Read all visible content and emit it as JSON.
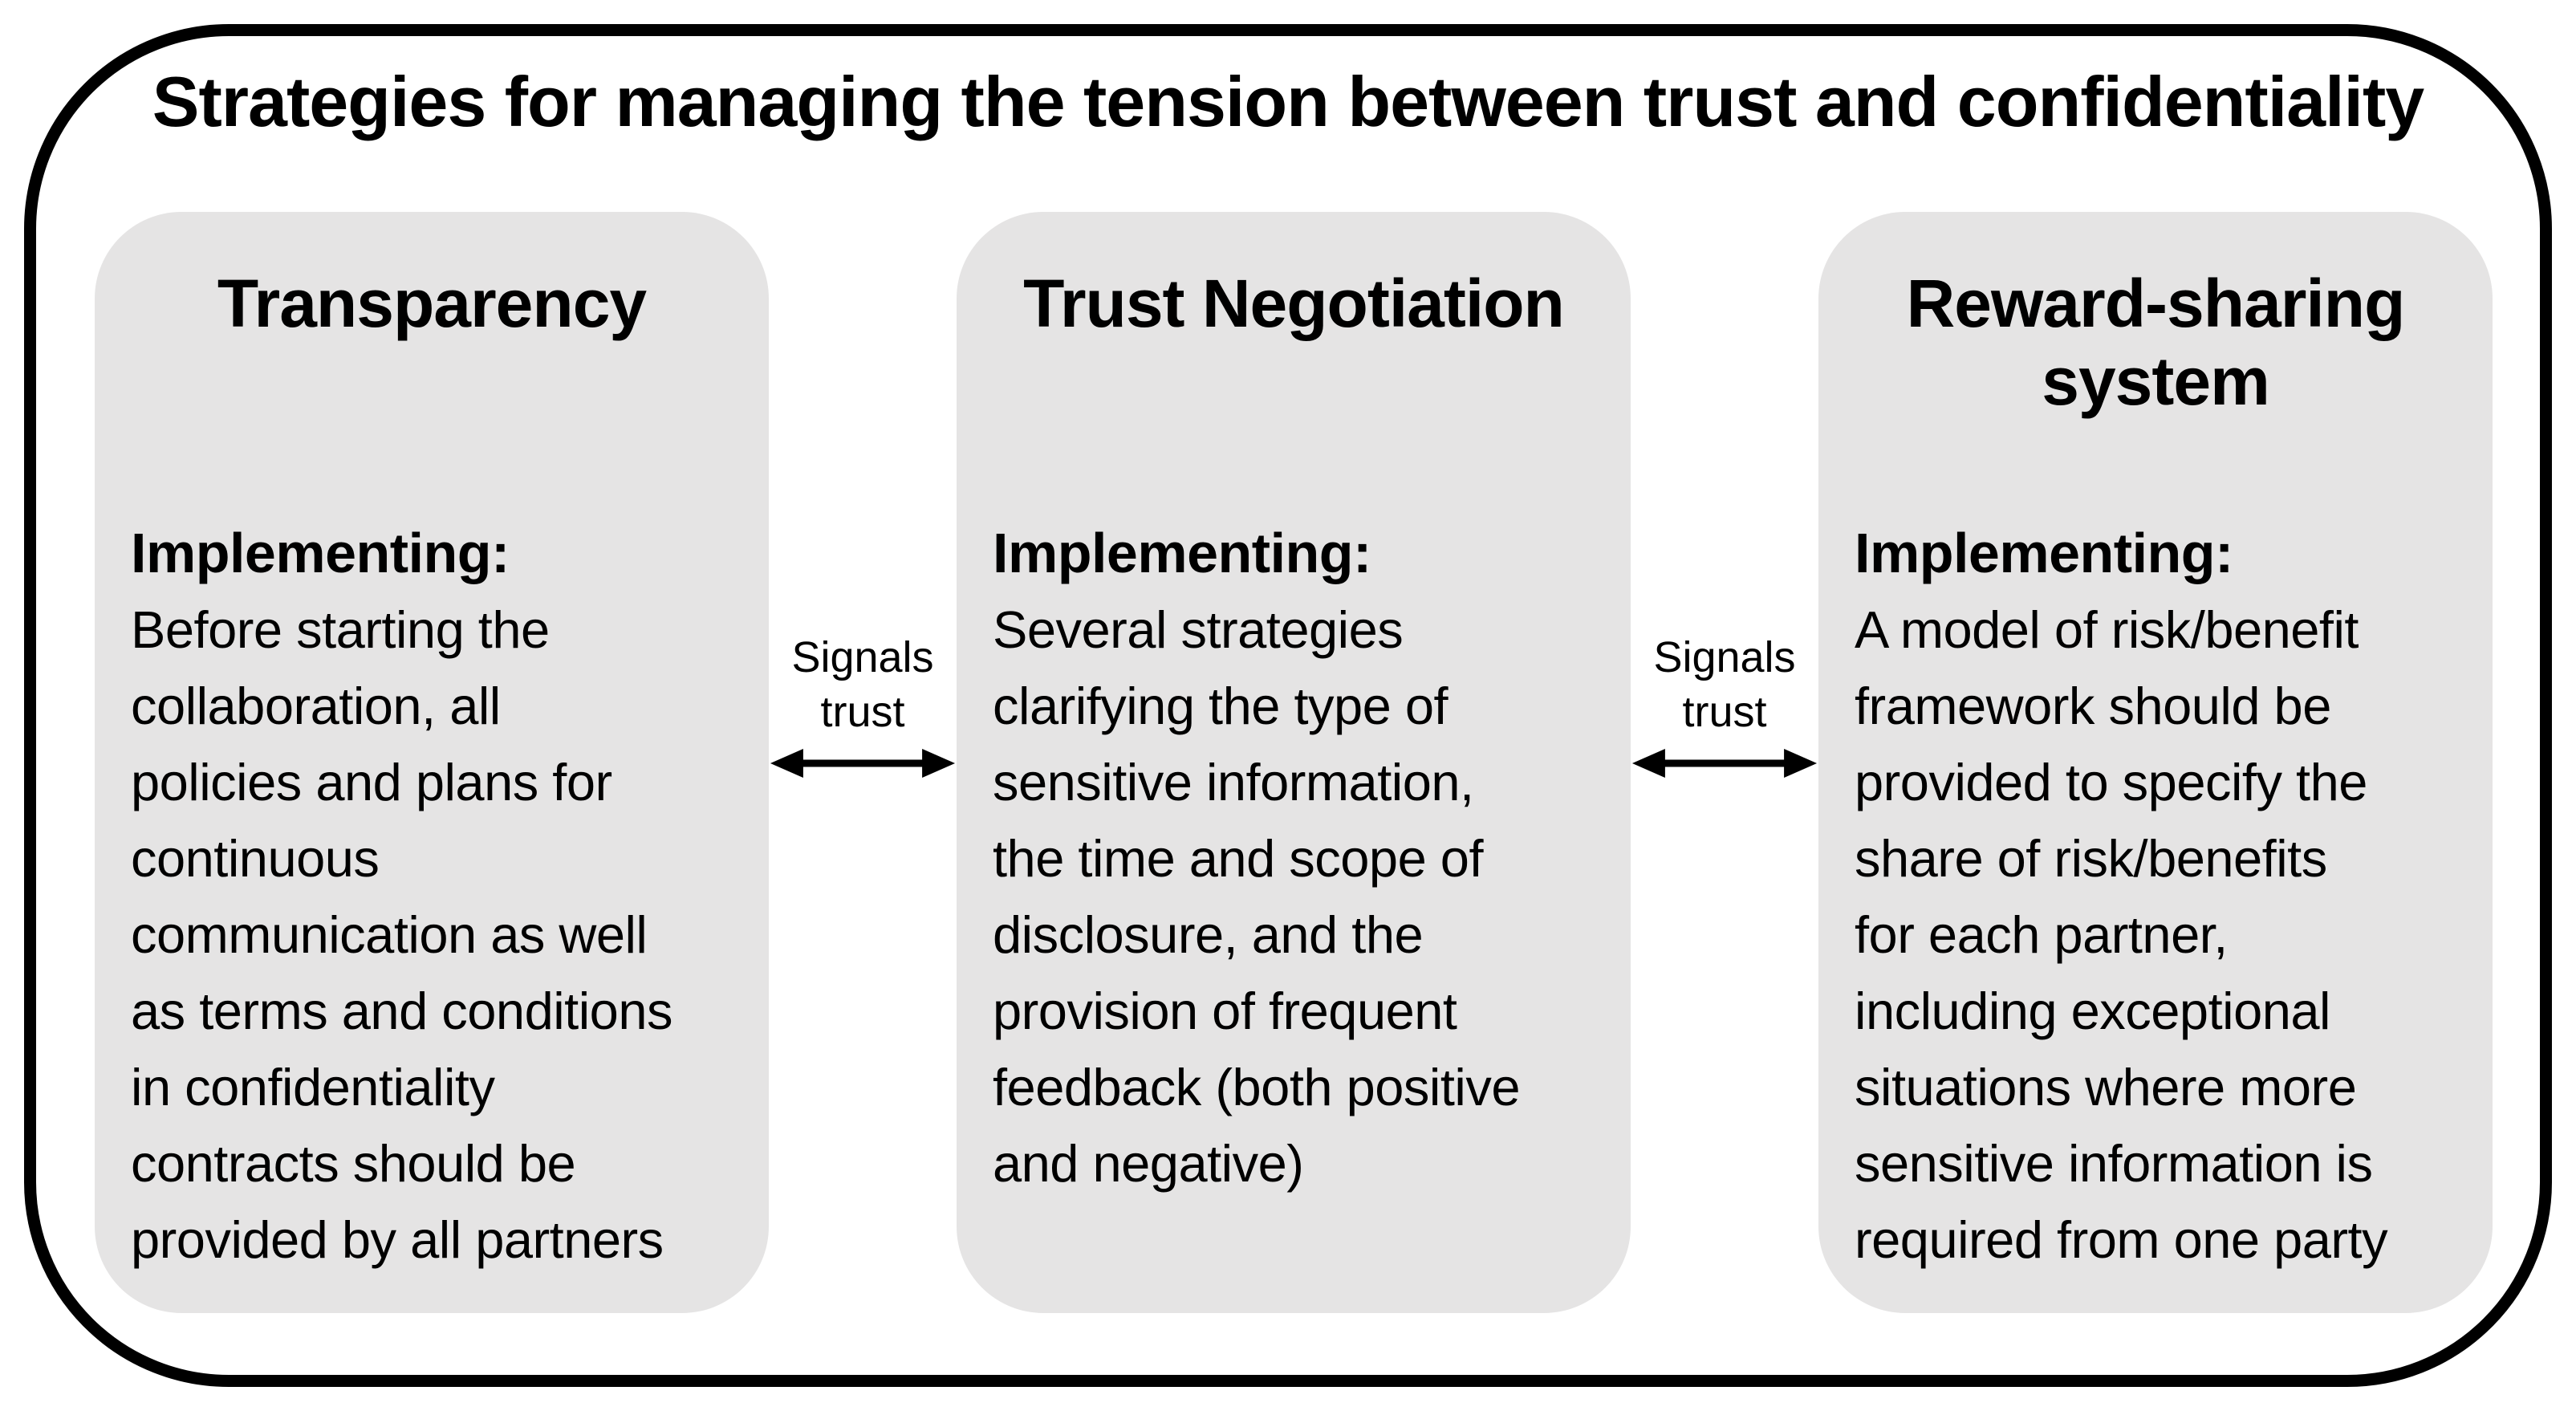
{
  "figure": {
    "title": "Strategies for managing the tension between trust and confidentiality",
    "boxes": [
      {
        "title": "Transparency",
        "heading": "Implementing:",
        "body": "Before starting the\ncollaboration, all\npolicies and plans for\ncontinuous\ncommunication as well\nas terms and conditions\nin confidentiality\ncontracts should be\nprovided by all partners"
      },
      {
        "title": "Trust Negotiation",
        "heading": "Implementing:",
        "body": "Several strategies\nclarifying the type of\nsensitive information,\nthe time and scope of\ndisclosure, and the\nprovision of frequent\nfeedback (both positive\nand negative)"
      },
      {
        "title": "Reward-sharing\nsystem",
        "heading": "Implementing:",
        "body": "A model of risk/benefit\nframework should be\nprovided to specify the\nshare of risk/benefits\nfor each partner,\nincluding exceptional\nsituations where more\nsensitive information is\nrequired from one party"
      }
    ],
    "connectors": [
      {
        "label": "Signals\ntrust"
      },
      {
        "label": "Signals\ntrust"
      }
    ],
    "colors": {
      "box_background": "#e5e4e4",
      "frame_border": "#000000",
      "text": "#000000",
      "page_background": "#ffffff"
    }
  }
}
